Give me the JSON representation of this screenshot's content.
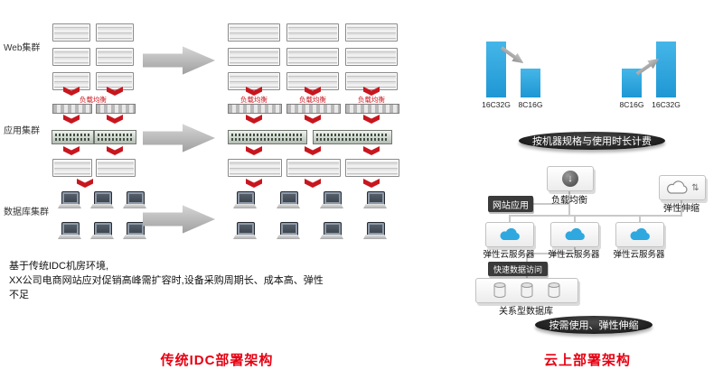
{
  "colors": {
    "accent_red": "#e60012",
    "arrow_red": "#c8161e",
    "bar_blue": "#2fa8e0",
    "banner_black": "#1a1a1a"
  },
  "icons": {
    "load_balancer_glyph": "↓",
    "auto_scaling_glyph": "⇅"
  },
  "idc": {
    "tier_labels": [
      "Web集群",
      "应用集群",
      "数据库集群"
    ],
    "lb_strip_label": "负载均衡",
    "desc_line1": "基于传统IDC机房环境,",
    "desc_line2": "XX公司电商网站应对促销高峰需扩容时,设备采购周期长、成本高、弹性不足",
    "caption": "传统IDC部署架构"
  },
  "cloud": {
    "scale_down_chart": {
      "bars": [
        {
          "label": "16C32G",
          "height": 62
        },
        {
          "label": "8C16G",
          "height": 32
        }
      ]
    },
    "scale_up_chart": {
      "bars": [
        {
          "label": "8C16G",
          "height": 32
        },
        {
          "label": "16C32G",
          "height": 62
        }
      ]
    },
    "banner_top": "按机器规格与使用时长计费",
    "load_balancer_label": "负载均衡",
    "web_app_label": "网站应用",
    "auto_scaling_label": "弹性伸缩",
    "ecs_labels": [
      "弹性云服务器",
      "弹性云服务器",
      "弹性云服务器"
    ],
    "data_access_label": "快速数据访问",
    "rds_label": "关系型数据库",
    "banner_bottom": "按需使用、弹性伸缩",
    "caption": "云上部署架构"
  }
}
